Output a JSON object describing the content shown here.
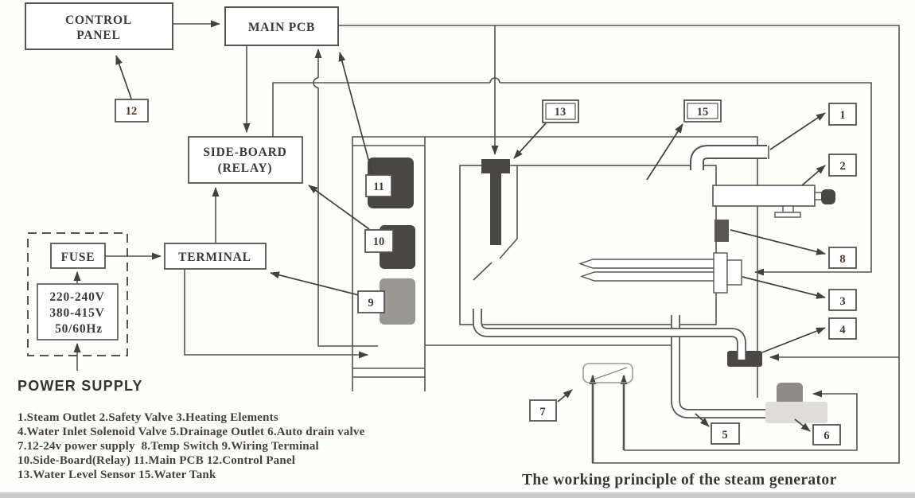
{
  "boxes": {
    "control_panel_l1": "CONTROL",
    "control_panel_l2": "PANEL",
    "main_pcb": "MAIN PCB",
    "side_board_l1": "SIDE-BOARD",
    "side_board_l2": "(RELAY)",
    "terminal": "TERMINAL",
    "fuse": "FUSE",
    "voltage_l1": "220-240V",
    "voltage_l2": "380-415V",
    "voltage_l3": "50/60Hz",
    "power_supply": "POWER SUPPLY"
  },
  "callouts": {
    "n1": "1",
    "n2": "2",
    "n3": "3",
    "n4": "4",
    "n5": "5",
    "n6": "6",
    "n7": "7",
    "n8": "8",
    "n9": "9",
    "n10": "10",
    "n11": "11",
    "n12": "12",
    "n13": "13",
    "n15": "15"
  },
  "legend": {
    "line1": "1.Steam Outlet 2.Safety Valve 3.Heating Elements",
    "line2": "4.Water Inlet Solenoid Valve 5.Drainage Outlet 6.Auto drain valve",
    "line3": "7.12-24v power supply  8.Temp Switch 9.Wiring Terminal",
    "line4": "10.Side-Board(Relay) 11.Main PCB 12.Control Panel",
    "line5": "13.Water Level Sensor 15.Water Tank"
  },
  "caption": "The working principle of the steam generator",
  "colors": {
    "line": "#57534e",
    "dark_component": "#4a4643",
    "mid_gray": "#9a9691",
    "light_gray": "#dfddd8",
    "arrow": "#44403c"
  }
}
